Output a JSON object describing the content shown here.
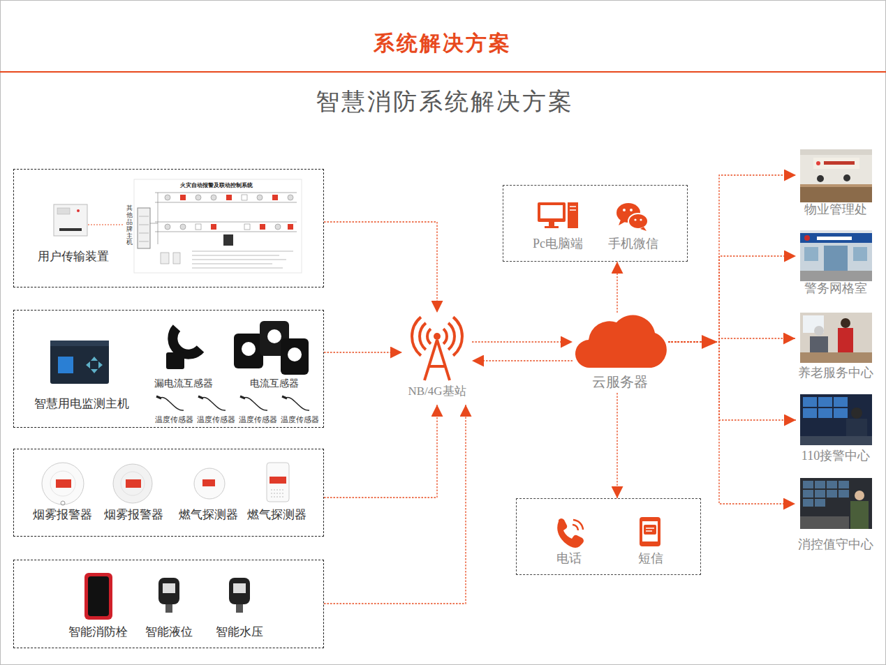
{
  "diagram": {
    "title": "系统解决方案",
    "nodes": [
      {
        "text": [
          "用户传输装置"
        ]
      },
      {
        "text": [
          "智慧用电监测主机",
          "漏电流互感器",
          "电流互感器",
          "温度传感器",
          "温度传感器",
          "温度传感器",
          "温度传感器"
        ]
      },
      {
        "text": [
          "烟雾报警器",
          "烟雾报警器",
          "燃气探测器",
          "燃气探测器"
        ]
      },
      {
        "text": [
          "智能消防栓",
          "智能液位",
          "智能水压"
        ]
      },
      {
        "text": [
          "NB/4G基站"
        ]
      },
      {
        "text": [
          "云服务器"
        ]
      },
      {
        "text": [
          "Pc电脑端",
          "手机微信"
        ]
      },
      {
        "text": [
          "电话",
          "短信"
        ]
      },
      {
        "text": [
          "物业管理处"
        ]
      },
      {
        "text": [
          "警务网格室"
        ]
      },
      {
        "text": [
          "养老服务中心"
        ]
      },
      {
        "text": [
          "110接警中心"
        ]
      },
      {
        "text": [
          "消控值守中心"
        ]
      }
    ],
    "edges": [
      {
        "from": 0,
        "to": 4,
        "arrow": "to"
      },
      {
        "from": 1,
        "to": 4,
        "arrow": "to"
      },
      {
        "from": 2,
        "to": 4,
        "arrow": "to"
      },
      {
        "from": 3,
        "to": 4,
        "arrow": "to"
      },
      {
        "from": 4,
        "to": 5,
        "arrow": "to"
      },
      {
        "from": 5,
        "to": 4,
        "arrow": "to"
      },
      {
        "from": 5,
        "to": 6,
        "arrow": "to"
      },
      {
        "from": 5,
        "to": 7,
        "arrow": "to"
      },
      {
        "from": 5,
        "to": 8,
        "arrow": "to"
      },
      {
        "from": 5,
        "to": 9,
        "arrow": "to"
      },
      {
        "from": 5,
        "to": 10,
        "arrow": "to"
      },
      {
        "from": 5,
        "to": 11,
        "arrow": "to"
      },
      {
        "from": 5,
        "to": 12,
        "arrow": "to"
      }
    ],
    "labels": [
      "智慧消防系统解决方案",
      "火灾自动报警及联动控制系统",
      "其他品牌主机"
    ]
  }
}
